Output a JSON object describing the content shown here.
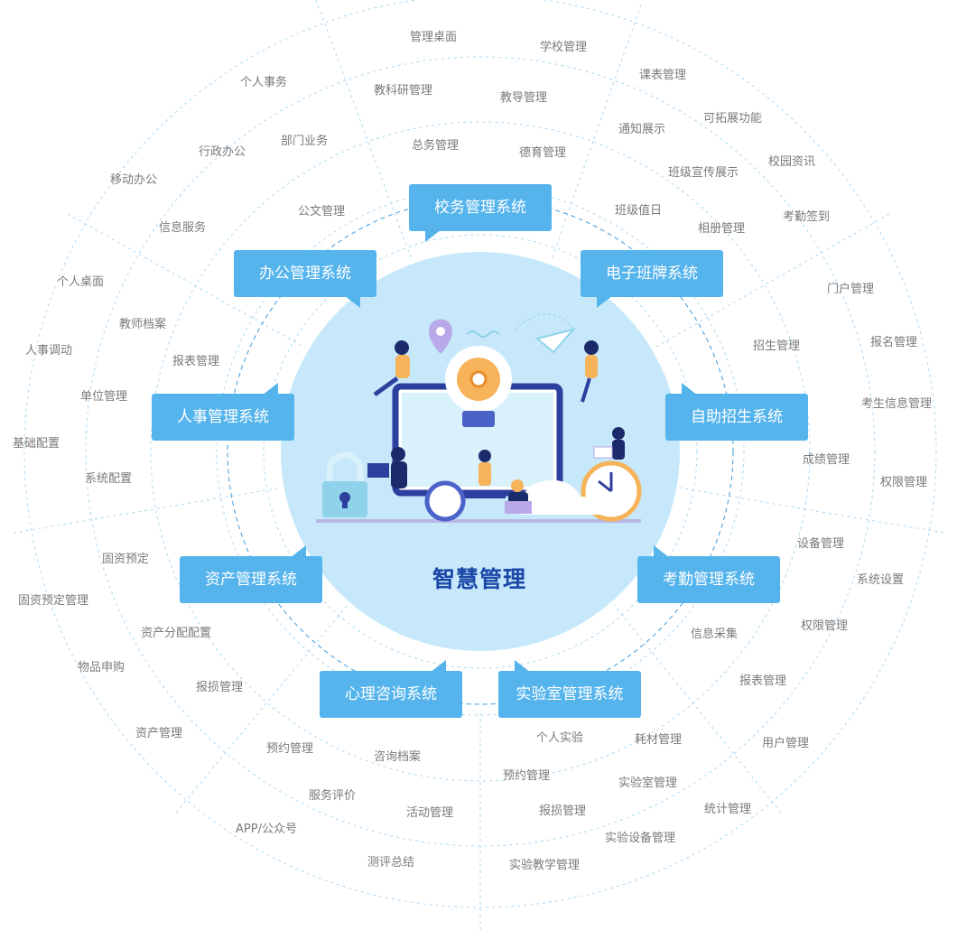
{
  "center": {
    "title": "智慧管理"
  },
  "colors": {
    "accent": "#55b4ec",
    "hub": "#c6e8fa",
    "title": "#1a47a8",
    "label": "#7a7a7a"
  },
  "systems": [
    {
      "id": "xiaowu",
      "label": "校务管理系统"
    },
    {
      "id": "bangong",
      "label": "办公管理系统"
    },
    {
      "id": "banpai",
      "label": "电子班牌系统"
    },
    {
      "id": "renshi",
      "label": "人事管理系统"
    },
    {
      "id": "zhaosheng",
      "label": "自助招生系统"
    },
    {
      "id": "zichan",
      "label": "资产管理系统"
    },
    {
      "id": "kaoqin",
      "label": "考勤管理系统"
    },
    {
      "id": "xinli",
      "label": "心理咨询系统"
    },
    {
      "id": "shiyan",
      "label": "实验室管理系统"
    }
  ],
  "features": [
    "管理桌面",
    "学校管理",
    "教科研管理",
    "教导管理",
    "总务管理",
    "德育管理",
    "课表管理",
    "可拓展功能",
    "通知展示",
    "校园资讯",
    "班级宣传展示",
    "班级值日",
    "相册管理",
    "考勤签到",
    "个人事务",
    "行政办公",
    "部门业务",
    "移动办公",
    "信息服务",
    "公文管理",
    "个人桌面",
    "教师档案",
    "人事调动",
    "报表管理",
    "单位管理",
    "基础配置",
    "系统配置",
    "门户管理",
    "报名管理",
    "招生管理",
    "考生信息管理",
    "成绩管理",
    "权限管理",
    "设备管理",
    "系统设置",
    "权限管理",
    "信息采集",
    "报表管理",
    "用户管理",
    "固资预定",
    "固资预定管理",
    "资产分配配置",
    "物品申购",
    "报损管理",
    "资产管理",
    "预约管理",
    "咨询档案",
    "服务评价",
    "活动管理",
    "APP/公众号",
    "测评总结",
    "个人实验",
    "耗材管理",
    "预约管理",
    "实验室管理",
    "统计管理",
    "报损管理",
    "实验设备管理",
    "实验教学管理"
  ]
}
